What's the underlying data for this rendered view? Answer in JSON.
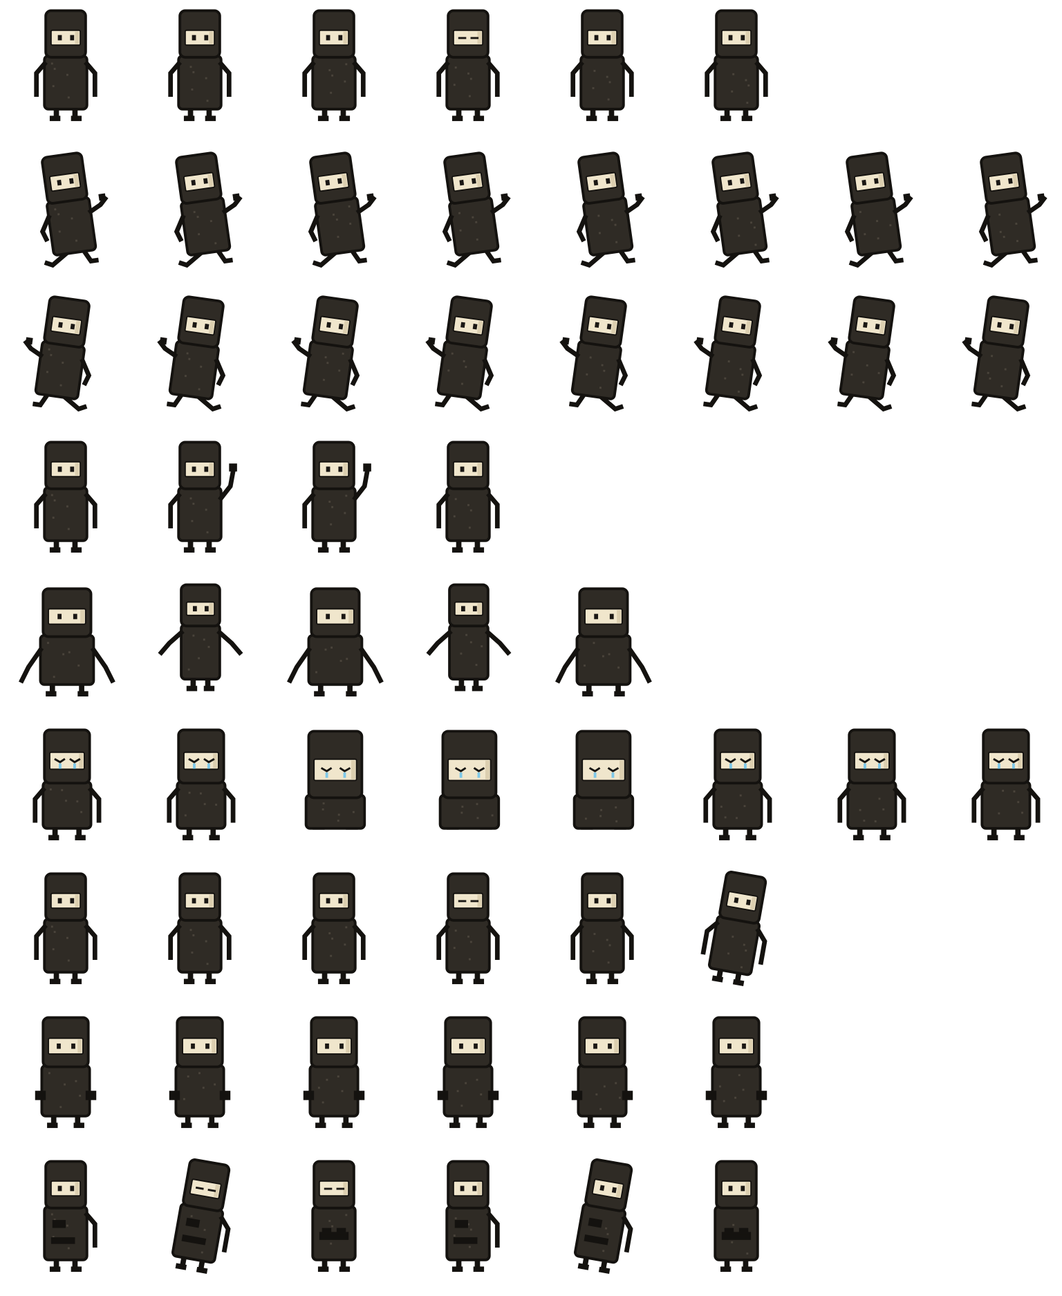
{
  "sprite_sheet": {
    "character": "ninja",
    "colors": {
      "background": "#ffffff",
      "suit": "#2f2b25",
      "suit_texture": "#4a443b",
      "outline": "#14120f",
      "face": "#f0e6cc",
      "face_shadow": "#dccfb0",
      "eyes": "#1a1714",
      "tears": "#7ec8e8"
    },
    "rows": [
      {
        "animation": "idle-blink",
        "frames": [
          {
            "pose": "idle",
            "eyes": "open"
          },
          {
            "pose": "idle",
            "eyes": "open"
          },
          {
            "pose": "idle",
            "eyes": "open"
          },
          {
            "pose": "idle",
            "eyes": "closed"
          },
          {
            "pose": "idle",
            "eyes": "open"
          },
          {
            "pose": "idle",
            "eyes": "open"
          }
        ]
      },
      {
        "animation": "run-right",
        "frames": [
          {
            "pose": "run-right",
            "eyes": "open"
          },
          {
            "pose": "run-right",
            "eyes": "open"
          },
          {
            "pose": "run-right",
            "eyes": "open"
          },
          {
            "pose": "run-right",
            "eyes": "open"
          },
          {
            "pose": "run-right",
            "eyes": "open"
          },
          {
            "pose": "run-right",
            "eyes": "open"
          },
          {
            "pose": "run-right",
            "eyes": "open"
          },
          {
            "pose": "run-right",
            "eyes": "open"
          }
        ]
      },
      {
        "animation": "run-left",
        "frames": [
          {
            "pose": "run-left",
            "eyes": "open"
          },
          {
            "pose": "run-left",
            "eyes": "open"
          },
          {
            "pose": "run-left",
            "eyes": "open"
          },
          {
            "pose": "run-left",
            "eyes": "open"
          },
          {
            "pose": "run-left",
            "eyes": "open"
          },
          {
            "pose": "run-left",
            "eyes": "open"
          },
          {
            "pose": "run-left",
            "eyes": "open"
          },
          {
            "pose": "run-left",
            "eyes": "open"
          }
        ]
      },
      {
        "animation": "wave",
        "frames": [
          {
            "pose": "idle",
            "eyes": "open"
          },
          {
            "pose": "wave",
            "eyes": "open"
          },
          {
            "pose": "wave",
            "eyes": "open"
          },
          {
            "pose": "idle",
            "eyes": "open"
          }
        ]
      },
      {
        "animation": "squash-stretch",
        "frames": [
          {
            "pose": "squash",
            "eyes": "open"
          },
          {
            "pose": "stretch",
            "eyes": "open"
          },
          {
            "pose": "squash",
            "eyes": "open"
          },
          {
            "pose": "stretch",
            "eyes": "open"
          },
          {
            "pose": "squash",
            "eyes": "open"
          }
        ]
      },
      {
        "animation": "cry",
        "frames": [
          {
            "pose": "cry",
            "eyes": "sad"
          },
          {
            "pose": "cry",
            "eyes": "sad"
          },
          {
            "pose": "cry-sit",
            "eyes": "sad"
          },
          {
            "pose": "cry-sit",
            "eyes": "sad"
          },
          {
            "pose": "cry-sit",
            "eyes": "sad"
          },
          {
            "pose": "cry",
            "eyes": "sad"
          },
          {
            "pose": "cry",
            "eyes": "sad"
          },
          {
            "pose": "cry",
            "eyes": "sad"
          }
        ]
      },
      {
        "animation": "look-around",
        "frames": [
          {
            "pose": "look",
            "eyes": "open"
          },
          {
            "pose": "look",
            "eyes": "open"
          },
          {
            "pose": "look",
            "eyes": "open"
          },
          {
            "pose": "look",
            "eyes": "closed"
          },
          {
            "pose": "look",
            "eyes": "open"
          },
          {
            "pose": "tilt",
            "eyes": "open"
          }
        ]
      },
      {
        "animation": "hands-on-hips",
        "frames": [
          {
            "pose": "hips",
            "eyes": "open"
          },
          {
            "pose": "hips",
            "eyes": "open"
          },
          {
            "pose": "hips",
            "eyes": "open"
          },
          {
            "pose": "hips",
            "eyes": "open"
          },
          {
            "pose": "hips",
            "eyes": "open"
          },
          {
            "pose": "hips",
            "eyes": "open"
          }
        ]
      },
      {
        "animation": "think",
        "frames": [
          {
            "pose": "think",
            "eyes": "open"
          },
          {
            "pose": "think-tilt",
            "eyes": "closed"
          },
          {
            "pose": "arms-crossed",
            "eyes": "closed"
          },
          {
            "pose": "think",
            "eyes": "open"
          },
          {
            "pose": "think-tilt",
            "eyes": "open"
          },
          {
            "pose": "arms-crossed",
            "eyes": "open"
          }
        ]
      }
    ]
  }
}
